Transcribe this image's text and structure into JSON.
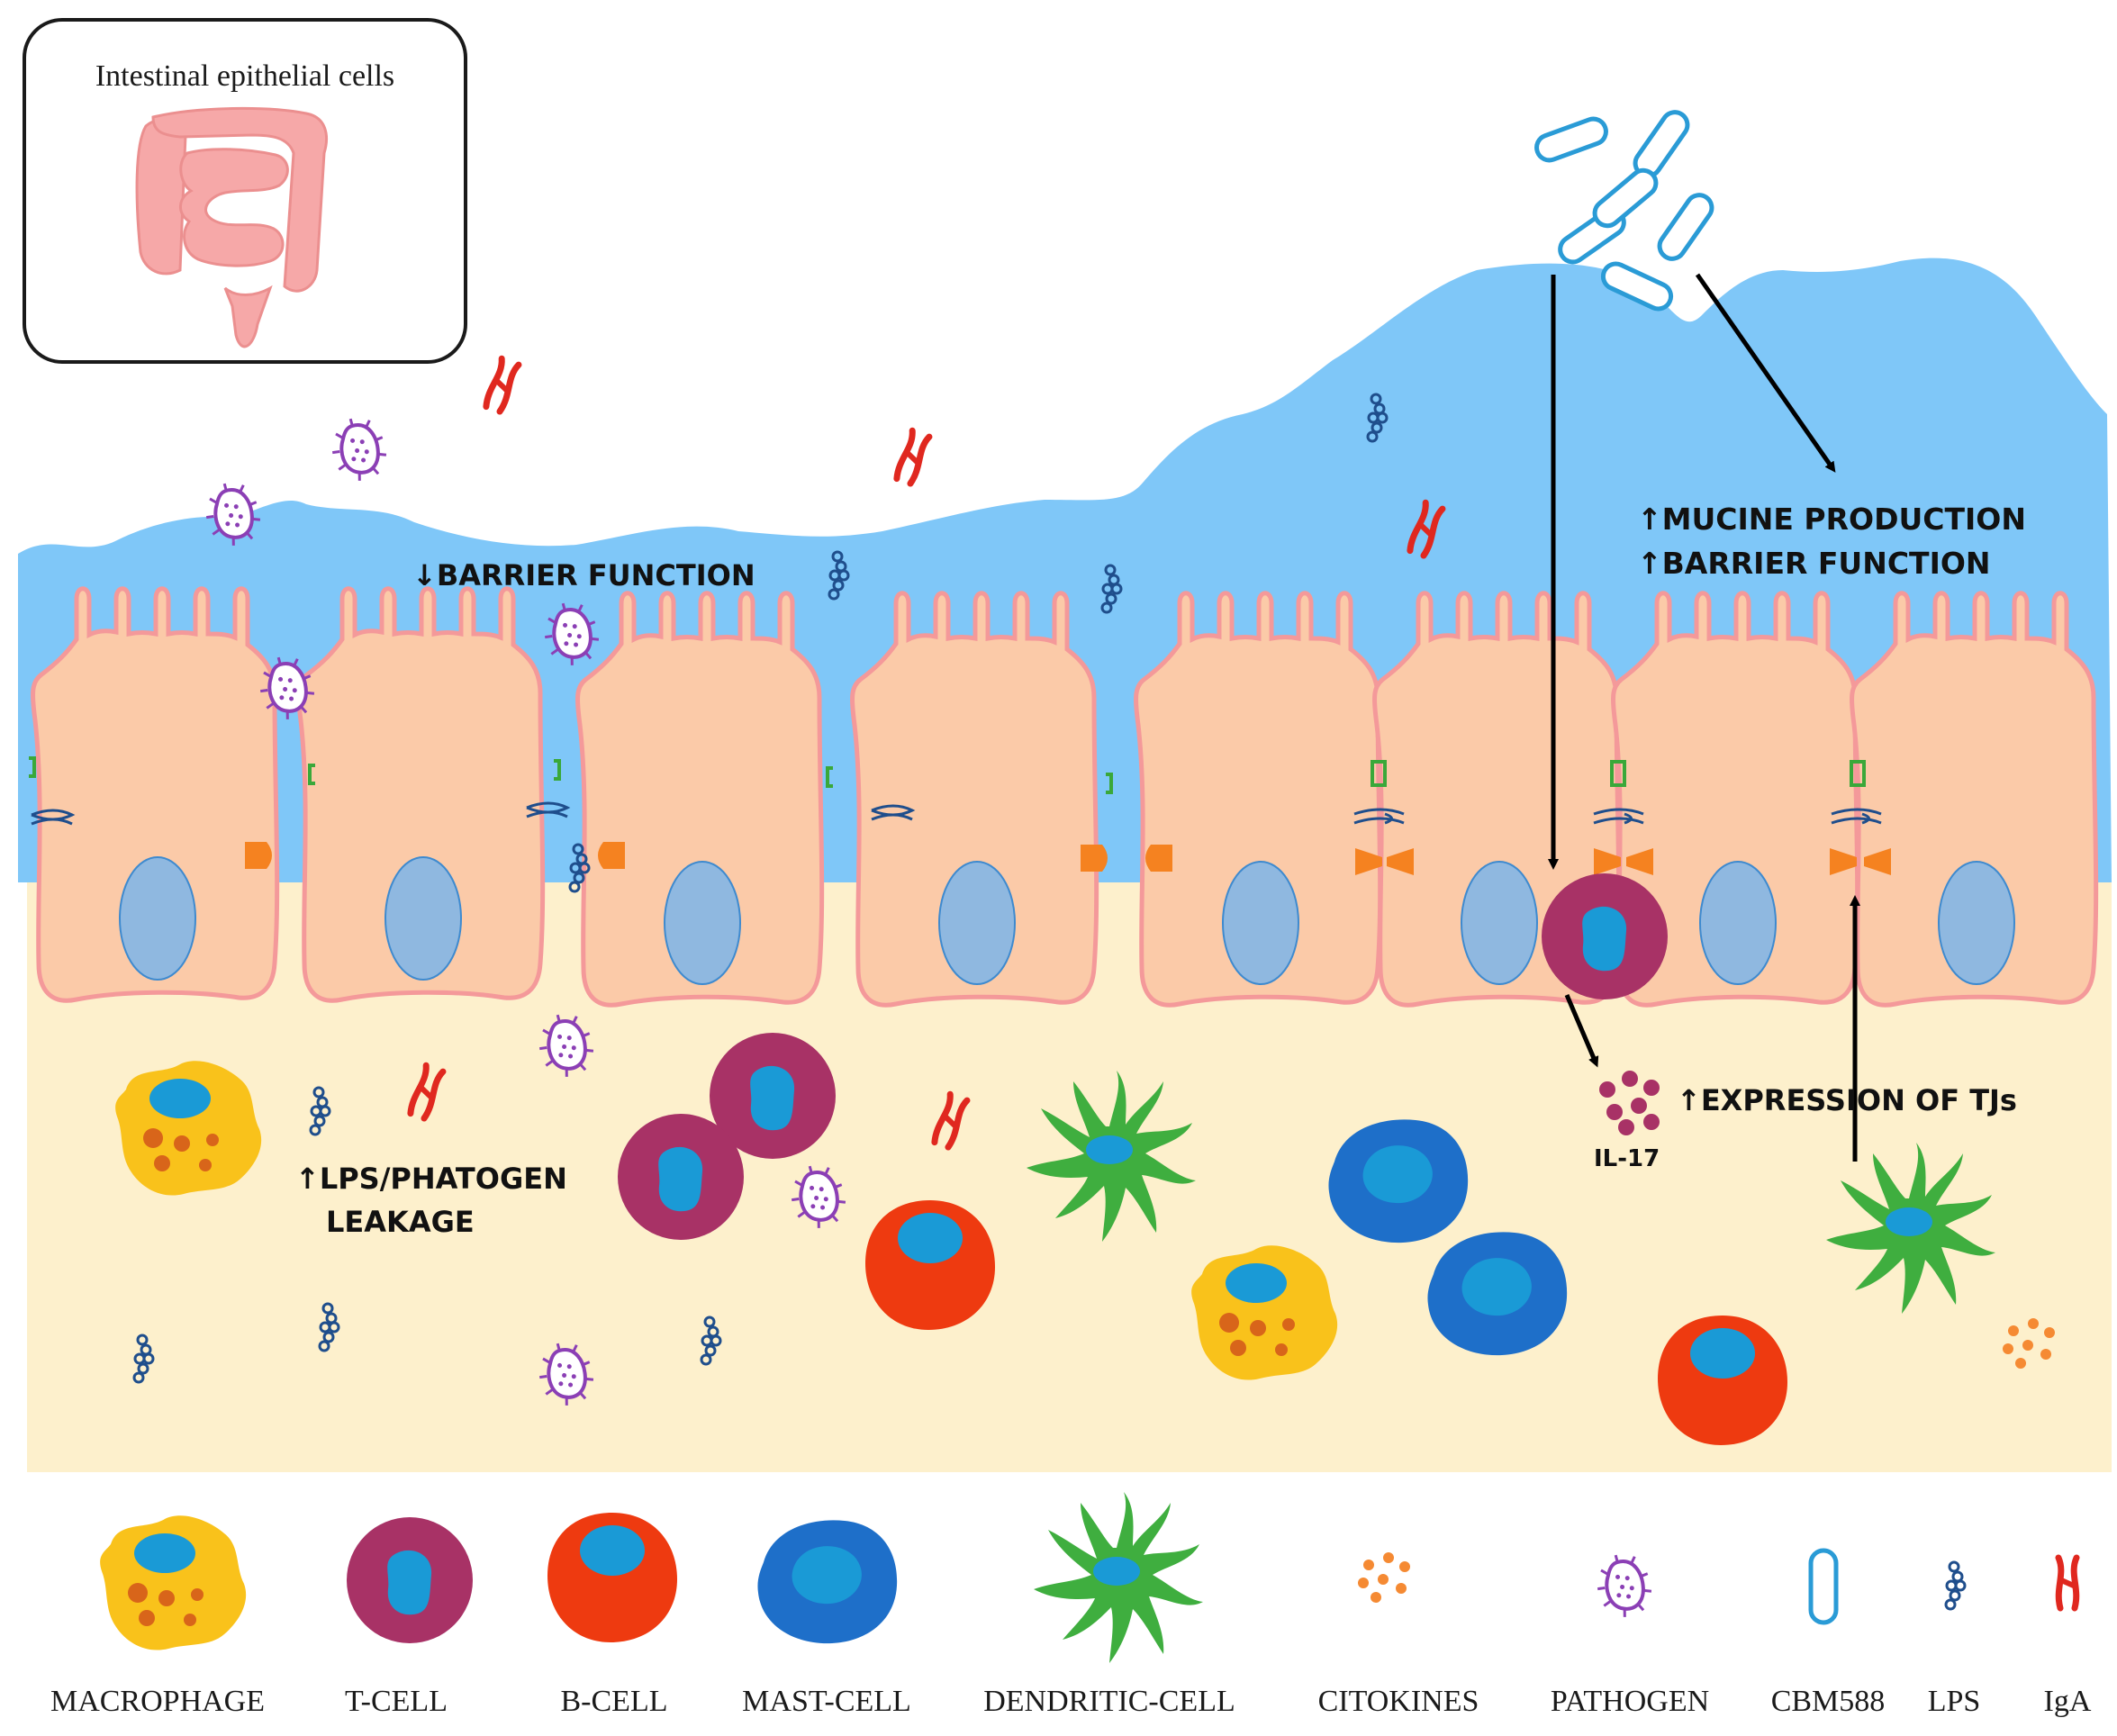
{
  "inset": {
    "title": "Intestinal epithelial cells"
  },
  "labels": {
    "barrier_down": "↓BARRIER FUNCTION",
    "mucine": "↑MUCINE PRODUCTION",
    "barrier_up": "↑BARRIER FUNCTION",
    "tj_expression": "↑EXPRESSION OF TJs",
    "il17": "IL-17",
    "lps_leakage_1": "↑LPS/PHATOGEN",
    "lps_leakage_2": "LEAKAGE"
  },
  "legend": [
    {
      "id": "macrophage",
      "label": "MACROPHAGE"
    },
    {
      "id": "t-cell",
      "label": "T-CELL"
    },
    {
      "id": "b-cell",
      "label": "B-CELL"
    },
    {
      "id": "mast-cell",
      "label": "MAST-CELL"
    },
    {
      "id": "dendritic-cell",
      "label": "DENDRITIC-CELL"
    },
    {
      "id": "citokines",
      "label": "CITOKINES"
    },
    {
      "id": "pathogen",
      "label": "PATHOGEN"
    },
    {
      "id": "cbm588",
      "label": "CBM588"
    },
    {
      "id": "lps",
      "label": "LPS"
    },
    {
      "id": "iga",
      "label": "IgA"
    }
  ],
  "colors": {
    "mucus": "#7fc7f8",
    "lamina": "#fdf0cc",
    "cell_fill": "#fbcaa8",
    "cell_stroke": "#f4999a",
    "nucleus": "#8fb8e0",
    "macrophage": "#f9c21b",
    "t_cell": "#a83266",
    "b_cell": "#ee3a10",
    "mast_cell": "#1e6fc9",
    "inner_nucleus": "#1a9ad6",
    "dendritic": "#3fae3f",
    "citokine": "#f58a33",
    "pathogen": "#8b3fb5",
    "cbm588": "#2a9bd6",
    "lps": "#1f4e8c",
    "iga": "#e0281f",
    "tj_green": "#3aa83a",
    "tj_orange": "#f58220"
  }
}
